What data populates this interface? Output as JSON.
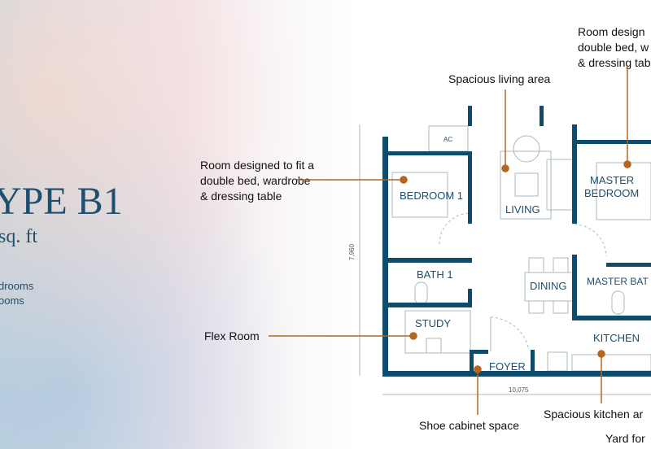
{
  "unit": {
    "title": "YPE B1",
    "size": "sq. ft",
    "features": [
      "drooms",
      "ooms"
    ]
  },
  "annotations": {
    "bedroom1": [
      "Room designed to fit a",
      "double bed, wardrobe",
      "& dressing table"
    ],
    "living": "Spacious living area",
    "master": [
      "Room design",
      "double bed, w",
      "& dressing tab"
    ],
    "flex": "Flex Room",
    "shoe": "Shoe cabinet space",
    "kitchen": "Spacious kitchen ar",
    "yard": "Yard for"
  },
  "rooms": {
    "ac": "AC",
    "bedroom1": "BEDROOM 1",
    "living": "LIVING",
    "master1": "MASTER",
    "master2": "BEDROOM",
    "bath1": "BATH 1",
    "dining": "DINING",
    "masterbath": "MASTER BAT",
    "study": "STUDY",
    "kitchen": "KITCHEN",
    "foyer": "FOYER"
  },
  "dimensions": {
    "height": "7,960",
    "width": "10,075"
  },
  "colors": {
    "wall": "#0f4c6b",
    "accent": "#b5651d",
    "text": "#1d4f6e"
  }
}
